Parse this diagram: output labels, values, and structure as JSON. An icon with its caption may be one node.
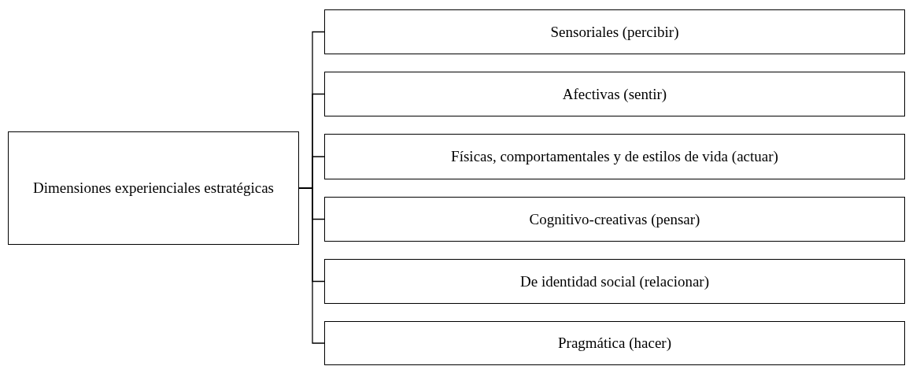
{
  "diagram": {
    "nodes": [
      {
        "text": [
          "Dimensiones experienciales estratégicas"
        ]
      },
      {
        "text": [
          "Sensoriales (percibir)"
        ]
      },
      {
        "text": [
          "Afectivas (sentir)"
        ]
      },
      {
        "text": [
          "Físicas, comportamentales y de estilos de vida (actuar)"
        ]
      },
      {
        "text": [
          "Cognitivo-creativas (pensar)"
        ]
      },
      {
        "text": [
          "De identidad social (relacionar)"
        ]
      },
      {
        "text": [
          "Pragmática (hacer)"
        ]
      }
    ],
    "edges": [
      {
        "from": 0,
        "to": 1,
        "arrow": "none"
      },
      {
        "from": 0,
        "to": 2,
        "arrow": "none"
      },
      {
        "from": 0,
        "to": 3,
        "arrow": "none"
      },
      {
        "from": 0,
        "to": 4,
        "arrow": "none"
      },
      {
        "from": 0,
        "to": 5,
        "arrow": "none"
      },
      {
        "from": 0,
        "to": 6,
        "arrow": "none"
      }
    ]
  }
}
